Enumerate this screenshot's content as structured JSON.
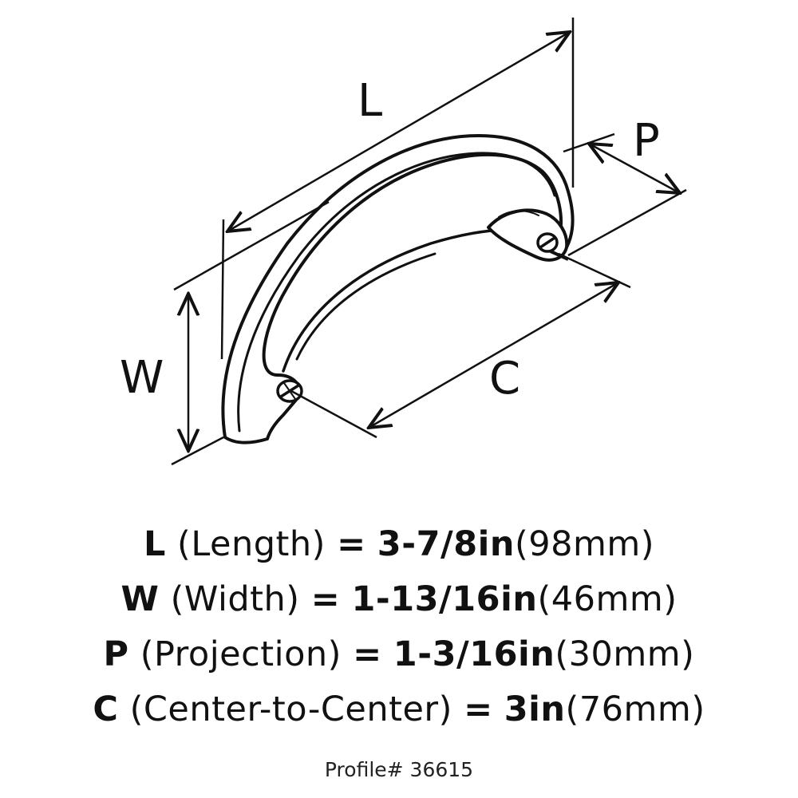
{
  "diagram": {
    "labels": {
      "length": "L",
      "width": "W",
      "projection": "P",
      "center": "C"
    }
  },
  "specs": [
    {
      "letter": "L",
      "name": "(Length)",
      "eq": "=",
      "imperial": "3-7/8in",
      "metric": "(98mm)"
    },
    {
      "letter": "W",
      "name": "(Width)",
      "eq": "=",
      "imperial": "1-13/16in",
      "metric": "(46mm)"
    },
    {
      "letter": "P",
      "name": "(Projection)",
      "eq": "=",
      "imperial": "1-3/16in",
      "metric": "(30mm)"
    },
    {
      "letter": "C",
      "name": "(Center-to-Center)",
      "eq": "=",
      "imperial": "3in",
      "metric": "(76mm)"
    }
  ],
  "profile": "Profile# 36615"
}
